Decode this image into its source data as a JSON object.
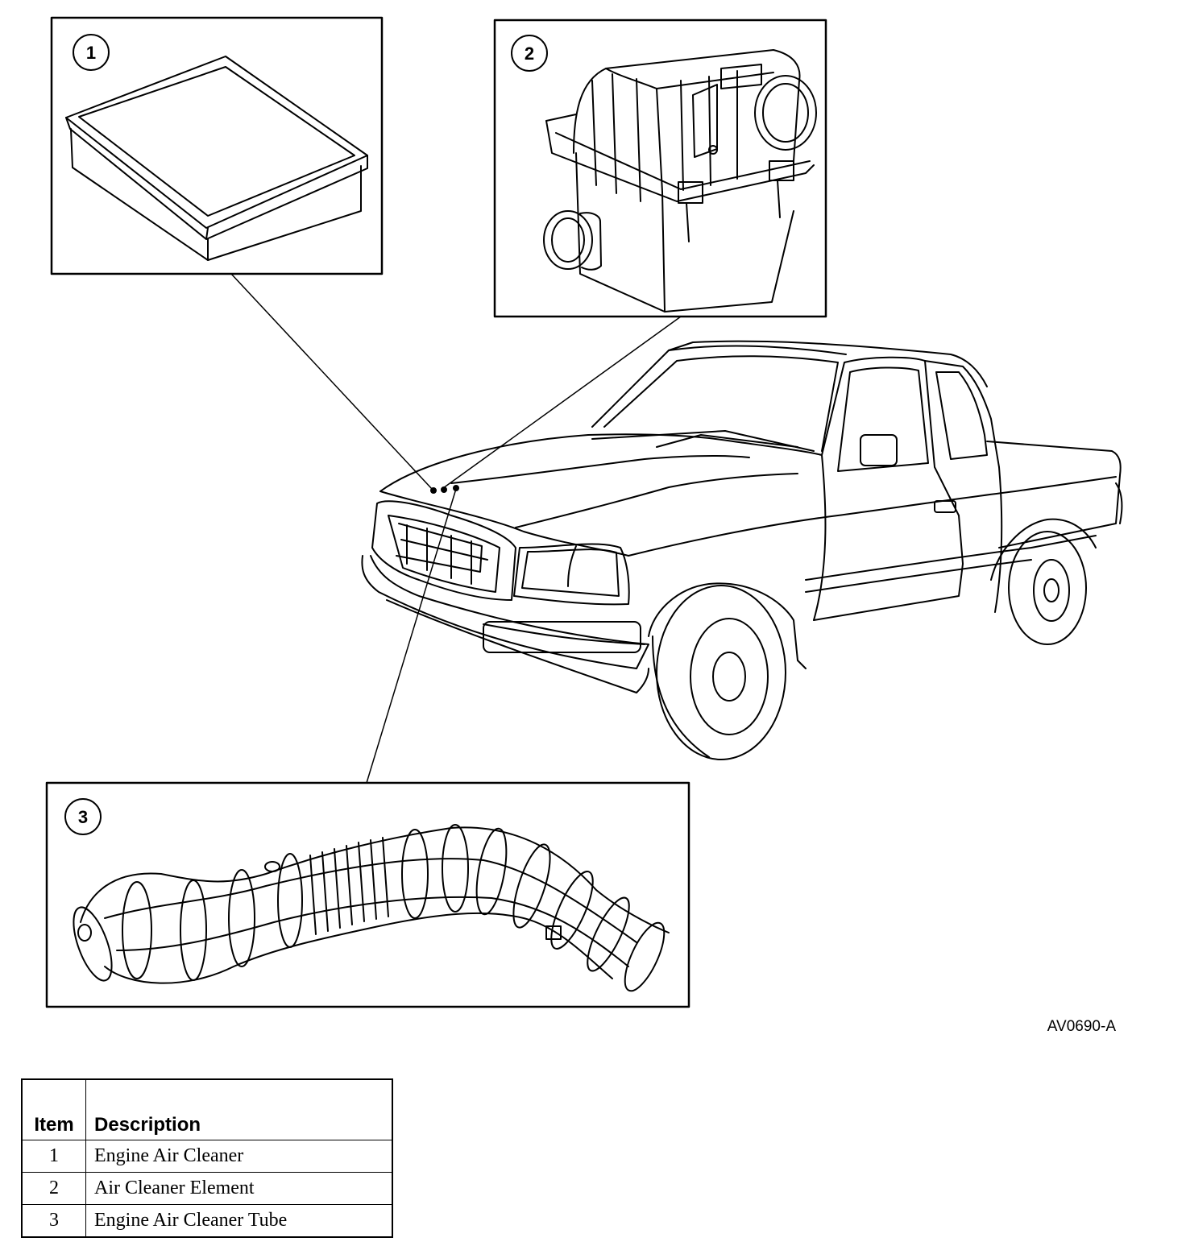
{
  "figure_id": "AV0690-A",
  "callouts": [
    {
      "number": "1"
    },
    {
      "number": "2"
    },
    {
      "number": "3"
    }
  ],
  "legend": {
    "headers": {
      "item": "Item",
      "description": "Description"
    },
    "rows": [
      {
        "item": "1",
        "description": "Engine Air Cleaner"
      },
      {
        "item": "2",
        "description": "Air Cleaner Element"
      },
      {
        "item": "3",
        "description": "Engine Air Cleaner Tube"
      }
    ]
  }
}
